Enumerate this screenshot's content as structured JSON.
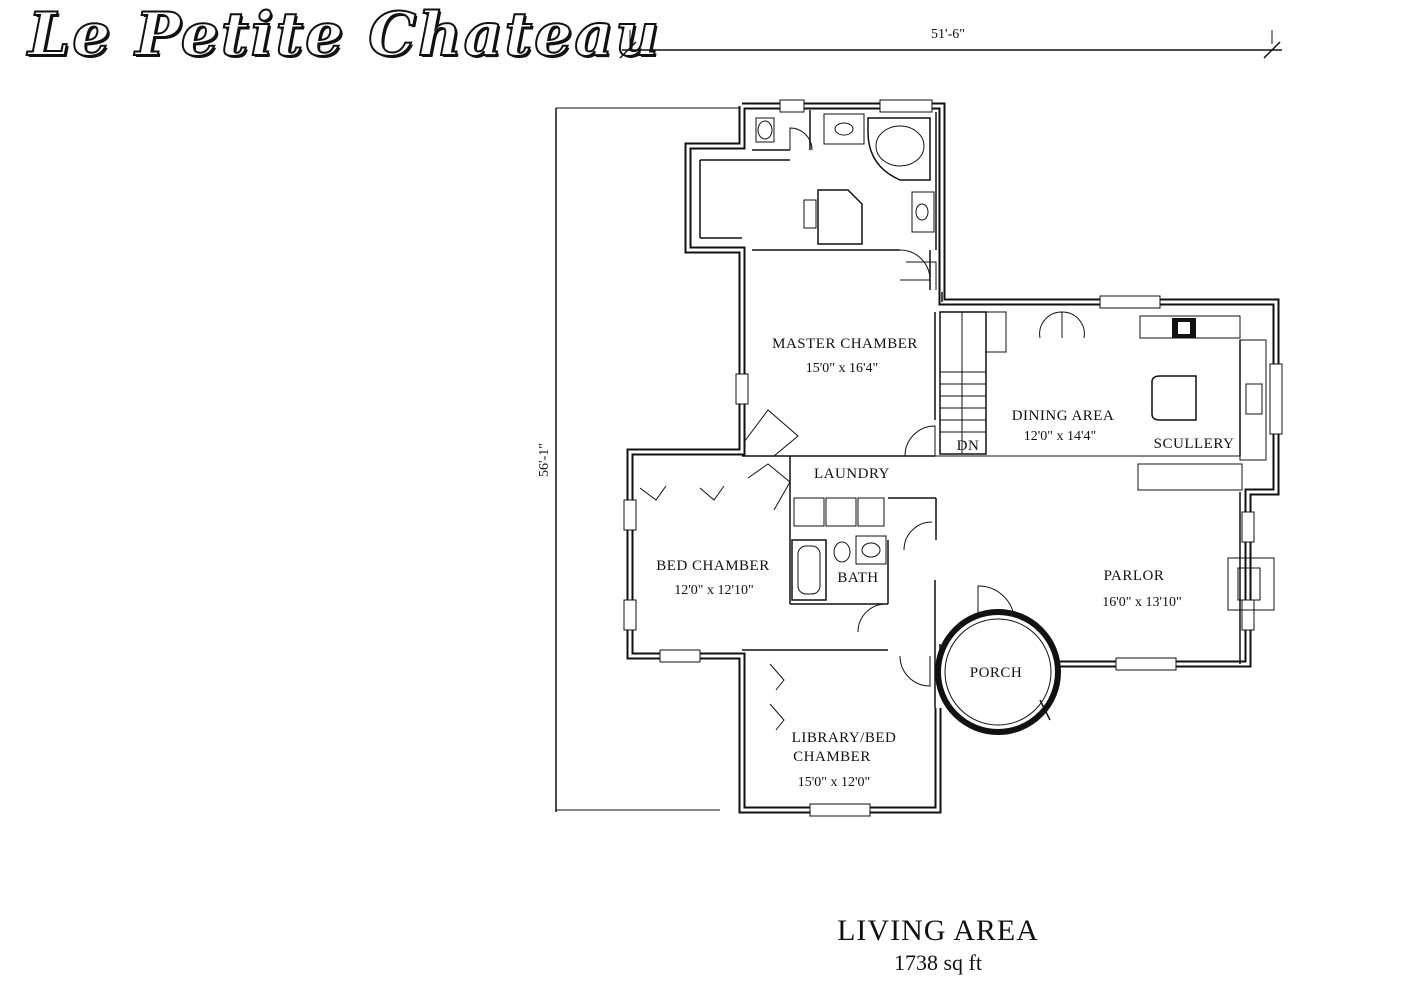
{
  "title": "Le Petite Chateau",
  "dimensions": {
    "width": "51'-6\"",
    "depth": "56'-1\""
  },
  "rooms": {
    "master": {
      "name": "MASTER CHAMBER",
      "size": "15'0\" x 16'4\""
    },
    "dining": {
      "name": "DINING AREA",
      "size": "12'0\" x 14'4\""
    },
    "scullery": {
      "name": "SCULLERY"
    },
    "stair": {
      "name": "DN"
    },
    "laundry": {
      "name": "LAUNDRY"
    },
    "bed": {
      "name": "BED CHAMBER",
      "size": "12'0\" x 12'10\""
    },
    "bath": {
      "name": "BATH"
    },
    "parlor": {
      "name": "PARLOR",
      "size": "16'0\" x 13'10\""
    },
    "porch": {
      "name": "PORCH"
    },
    "library": {
      "name_line1": "LIBRARY/BED",
      "name_line2": "CHAMBER",
      "size": "15'0\" x 12'0\""
    }
  },
  "footer": {
    "title": "LIVING AREA",
    "area": "1738 sq ft"
  }
}
